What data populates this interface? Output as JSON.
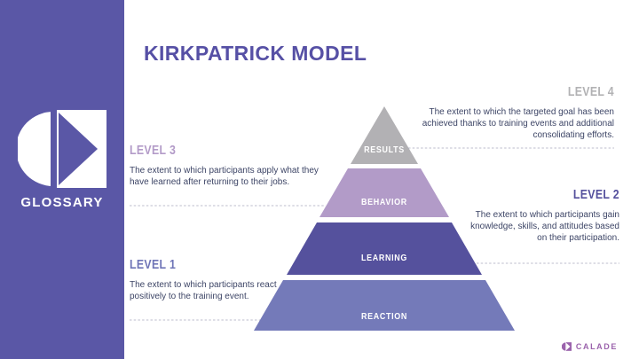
{
  "slide": {
    "title": "KIRKPATRICK MODEL",
    "sidebar": {
      "label": "GLOSSARY",
      "background": "#5A57A6"
    },
    "pyramid": {
      "segments": [
        {
          "name": "RESULTS",
          "color": "#B2B1B4"
        },
        {
          "name": "BEHAVIOR",
          "color": "#B29BC8"
        },
        {
          "name": "LEARNING",
          "color": "#55519D"
        },
        {
          "name": "REACTION",
          "color": "#747AB9"
        }
      ]
    },
    "levels": {
      "l4": {
        "heading": "LEVEL 4",
        "heading_color": "#B2B2B4",
        "description": "The extent to which the targeted goal has been achieved thanks to training events and additional consolidating efforts."
      },
      "l3": {
        "heading": "LEVEL 3",
        "heading_color": "#B39BC8",
        "description": "The extent to which participants apply what they have learned after returning to their jobs."
      },
      "l2": {
        "heading": "LEVEL 2",
        "heading_color": "#55519D",
        "description": "The extent to which participants gain knowledge, skills, and attitudes based on their participation."
      },
      "l1": {
        "heading": "LEVEL 1",
        "heading_color": "#6F75B7",
        "description": "The extent to which participants react positively to the training event."
      }
    },
    "footer": {
      "brand": "CALADE",
      "brand_color": "#9B63AC"
    },
    "colors": {
      "title": "#5650A5",
      "body_text": "#3D4566",
      "dashed_leader": "#A8A8BC"
    }
  }
}
